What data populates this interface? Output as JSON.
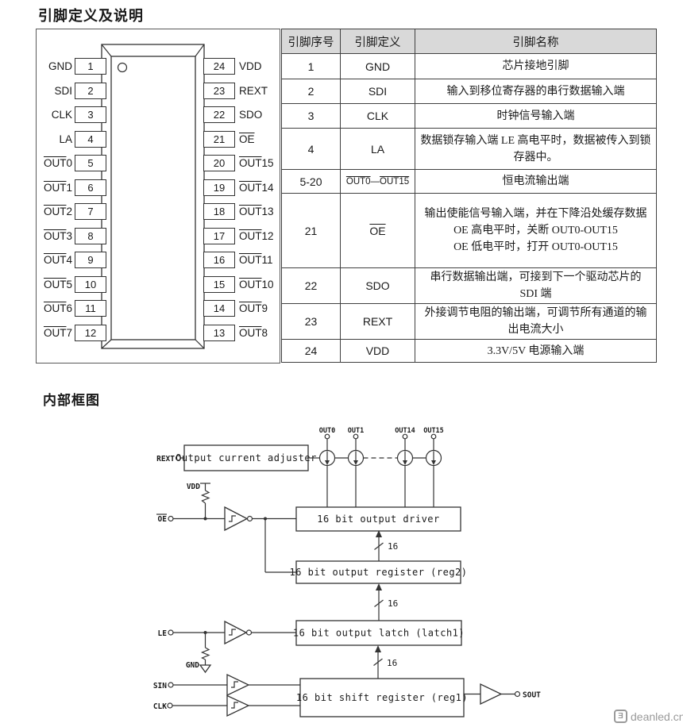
{
  "page": {
    "section1_title": "引脚定义及说明",
    "section2_title": "内部框图",
    "watermark": "deanled.cn",
    "watermark_icon": "Ǝ"
  },
  "chip": {
    "left_pins": [
      {
        "num": "1",
        "ov": "",
        "label": "GND"
      },
      {
        "num": "2",
        "ov": "",
        "label": "SDI"
      },
      {
        "num": "3",
        "ov": "",
        "label": "CLK"
      },
      {
        "num": "4",
        "ov": "",
        "label": "LA"
      },
      {
        "num": "5",
        "ov": "OUT",
        "label": "0"
      },
      {
        "num": "6",
        "ov": "OUT",
        "label": "1"
      },
      {
        "num": "7",
        "ov": "OUT",
        "label": "2"
      },
      {
        "num": "8",
        "ov": "OUT",
        "label": "3"
      },
      {
        "num": "9",
        "ov": "OUT",
        "label": "4"
      },
      {
        "num": "10",
        "ov": "OUT",
        "label": "5"
      },
      {
        "num": "11",
        "ov": "OUT",
        "label": "6"
      },
      {
        "num": "12",
        "ov": "OUT",
        "label": "7"
      }
    ],
    "right_pins": [
      {
        "num": "24",
        "ov": "",
        "label": "VDD"
      },
      {
        "num": "23",
        "ov": "",
        "label": "REXT"
      },
      {
        "num": "22",
        "ov": "",
        "label": "SDO"
      },
      {
        "num": "21",
        "ov": "OE",
        "label": ""
      },
      {
        "num": "20",
        "ov": "OUT",
        "label": "15"
      },
      {
        "num": "19",
        "ov": "OUT",
        "label": "14"
      },
      {
        "num": "18",
        "ov": "OUT",
        "label": "13"
      },
      {
        "num": "17",
        "ov": "OUT",
        "label": "12"
      },
      {
        "num": "16",
        "ov": "OUT",
        "label": "11"
      },
      {
        "num": "15",
        "ov": "OUT",
        "label": "10"
      },
      {
        "num": "14",
        "ov": "OUT",
        "label": "9"
      },
      {
        "num": "13",
        "ov": "OUT",
        "label": "8"
      }
    ]
  },
  "table": {
    "headers": [
      "引脚序号",
      "引脚定义",
      "引脚名称"
    ],
    "rows": [
      {
        "no": "1",
        "def": "GND",
        "desc": "芯片接地引脚"
      },
      {
        "no": "2",
        "def": "SDI",
        "desc": "输入到移位寄存器的串行数据输入端"
      },
      {
        "no": "3",
        "def": "CLK",
        "desc": "时钟信号输入端"
      },
      {
        "no": "4",
        "def": "LA",
        "desc": "数据锁存输入端 LE 高电平时，数据被传入到锁存器中。"
      },
      {
        "no": "5-20",
        "def_p1": "OUT0",
        "def_p2": "—",
        "def_p3": "OUT15",
        "desc": "恒电流输出端"
      },
      {
        "no": "21",
        "def": "OE",
        "desc_line1": "输出使能信号输入端，并在下降沿处缓存数据",
        "desc_line2": "OE 高电平时，关断 OUT0-OUT15",
        "desc_line3": "OE 低电平时，打开 OUT0-OUT15"
      },
      {
        "no": "22",
        "def": "SDO",
        "desc": "串行数据输出端，可接到下一个驱动芯片的 SDI 端"
      },
      {
        "no": "23",
        "def": "REXT",
        "desc": "外接调节电阻的输出端，可调节所有通道的输出电流大小"
      },
      {
        "no": "24",
        "def": "VDD",
        "desc": "3.3V/5V 电源输入端"
      }
    ]
  },
  "diagram": {
    "rext": "REXT",
    "vdd": "VDD",
    "oe": "OE",
    "le": "LE",
    "gnd": "GND",
    "sin": "SIN",
    "clk": "CLK",
    "sout": "SOUT",
    "out0": "OUT0",
    "out1": "OUT1",
    "out14": "OUT14",
    "out15": "OUT15",
    "adjuster": "Output current adjuster",
    "driver": "16 bit output driver",
    "reg2": "16 bit output register (reg2)",
    "latch1": "16 bit output latch (latch1)",
    "reg1": "16 bit shift register (reg1)",
    "bus16": "16"
  }
}
